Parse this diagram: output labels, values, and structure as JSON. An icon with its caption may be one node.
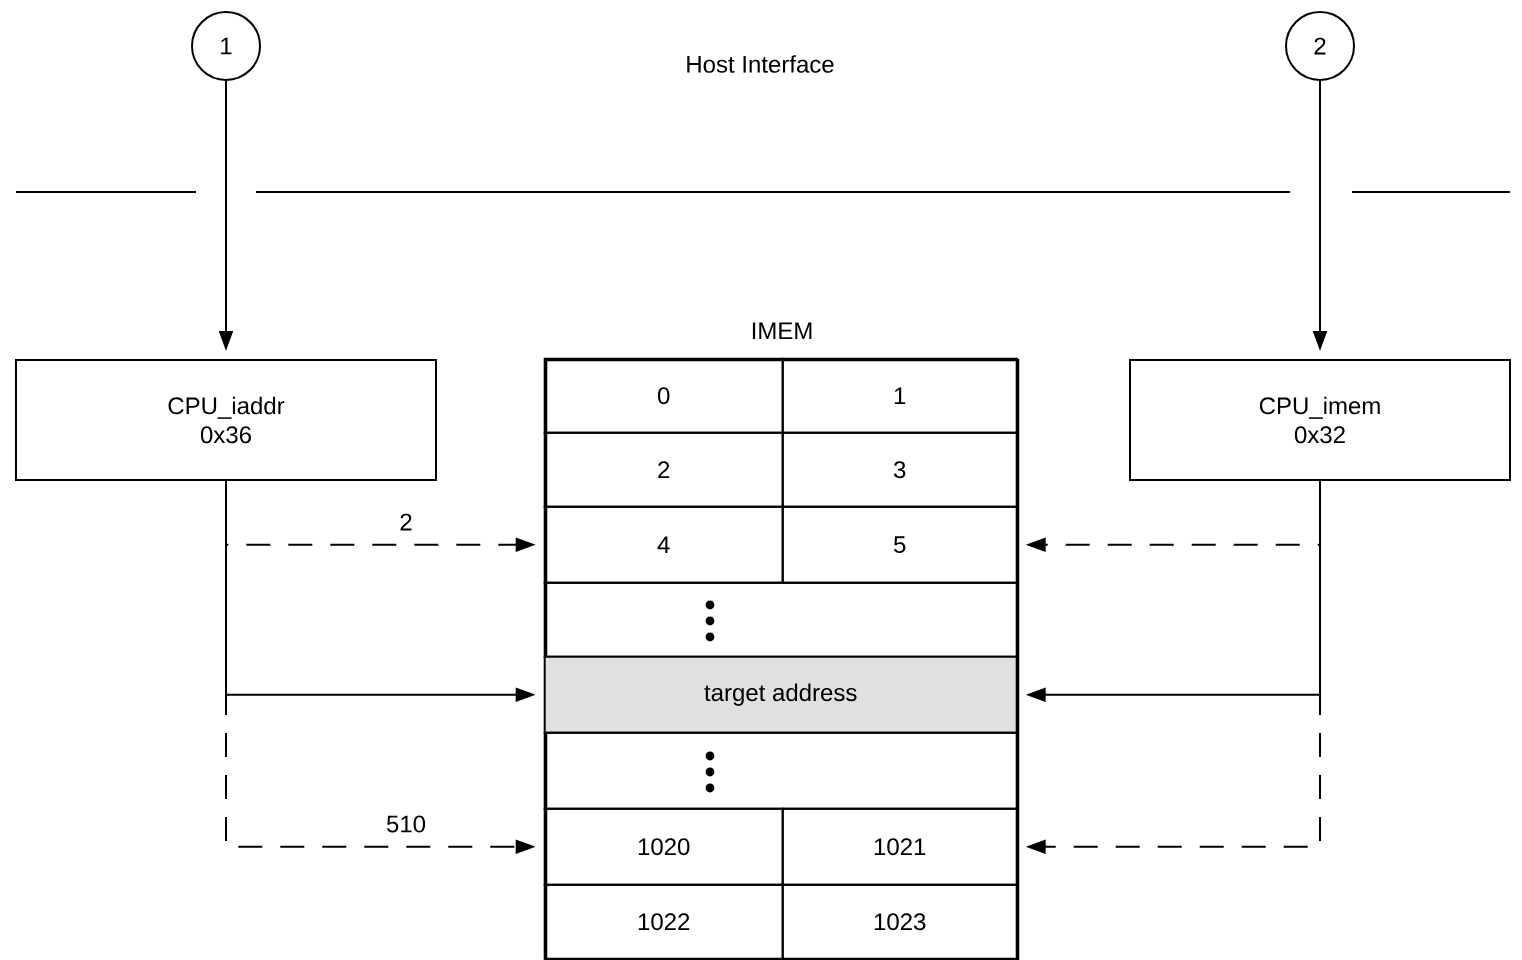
{
  "diagram": {
    "nodes": [
      {
        "text": [
          "1"
        ]
      },
      {
        "text": [
          "2"
        ]
      },
      {
        "text": [
          "CPU_iaddr",
          "0x36"
        ]
      },
      {
        "text": [
          "CPU_imem",
          "0x32"
        ]
      },
      {
        "text": [
          "IMEM"
        ]
      },
      {
        "text": [
          "0"
        ],
        "in": 4
      },
      {
        "text": [
          "1"
        ],
        "in": 4
      },
      {
        "text": [
          "2"
        ],
        "in": 4
      },
      {
        "text": [
          "3"
        ],
        "in": 4
      },
      {
        "text": [
          "4"
        ],
        "in": 4
      },
      {
        "text": [
          "5"
        ],
        "in": 4
      },
      {
        "text": [],
        "shape": "box",
        "in": 4
      },
      {
        "text": [
          "target address"
        ],
        "in": 4
      },
      {
        "text": [],
        "shape": "box",
        "in": 4
      },
      {
        "text": [
          "1020"
        ],
        "in": 4
      },
      {
        "text": [
          "1021"
        ],
        "in": 4
      },
      {
        "text": [
          "1022"
        ],
        "in": 4
      },
      {
        "text": [
          "1023"
        ],
        "in": 4
      }
    ],
    "edges": [
      {
        "from": 0,
        "to": 2,
        "arrow": "to"
      },
      {
        "from": 1,
        "to": 3,
        "arrow": "to"
      },
      {
        "from": 2,
        "to": 9,
        "arrow": "to",
        "style": "dashed",
        "label": "2"
      },
      {
        "from": 2,
        "to": 12,
        "arrow": "to"
      },
      {
        "from": 2,
        "to": 14,
        "arrow": "to",
        "style": "dashed",
        "label": "510"
      },
      {
        "from": 3,
        "to": 10,
        "arrow": "to",
        "style": "dashed"
      },
      {
        "from": 3,
        "to": 12,
        "arrow": "to"
      },
      {
        "from": 3,
        "to": 15,
        "arrow": "to",
        "style": "dashed"
      }
    ],
    "labels": [
      "Host Interface"
    ]
  }
}
